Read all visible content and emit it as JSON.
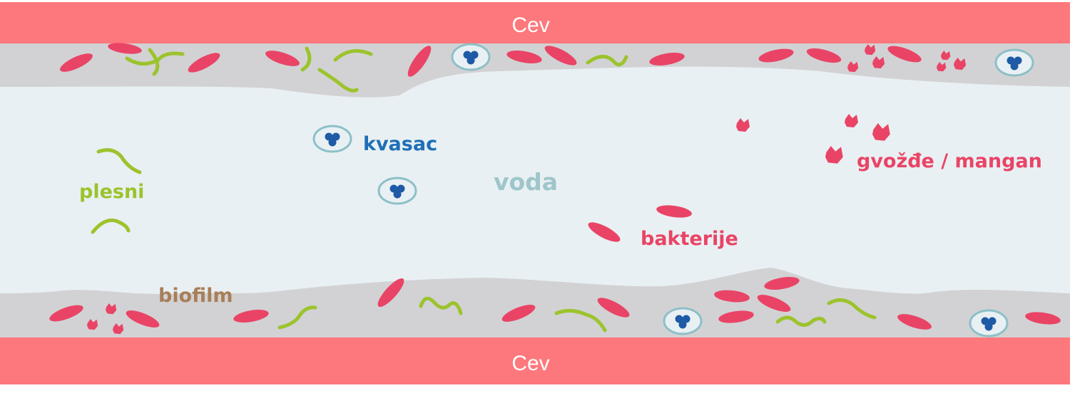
{
  "pipe": {
    "top_label": "Cev",
    "bottom_label": "Cev"
  },
  "labels": {
    "water": "voda",
    "yeast": "kvasac",
    "mold": "plesni",
    "bacteria": "bakterije",
    "iron_manganese": "gvožđe / mangan",
    "biofilm": "biofilm"
  },
  "colors": {
    "pipe": "#fd787c",
    "biofilm": "#d2d2d4",
    "water": "#e9f0f3",
    "bacteria": "#e94466",
    "mold": "#9cc32d",
    "yeast_ring": "#8cc0c8",
    "yeast_core": "#1e5aa6",
    "water_label": "#9ec6cb",
    "yeast_label": "#1e6fb8",
    "mold_label": "#9cc32d",
    "bacteria_label": "#e94466",
    "biofilm_label": "#a87f59"
  }
}
